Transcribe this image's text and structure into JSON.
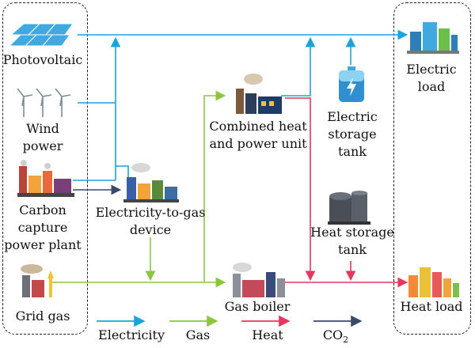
{
  "labels": {
    "photovoltaic": "Photovoltaic",
    "wind_1": "Wind",
    "wind_2": "power",
    "carbon_1": "Carbon",
    "carbon_2": "capture",
    "carbon_3": "power plant",
    "grid_gas": "Grid gas",
    "e2g_1": "Electricity-to-gas",
    "e2g_2": "device",
    "chp_1": "Combined heat",
    "chp_2": "and power unit",
    "es_1": "Electric",
    "es_2": "storage",
    "es_3": "tank",
    "hs_1": "Heat storage",
    "hs_2": "tank",
    "el_1": "Electric",
    "el_2": "load",
    "gas_boiler": "Gas boiler",
    "heat_load": "Heat load"
  },
  "legend": {
    "electricity": "Electricity",
    "gas": "Gas",
    "heat": "Heat",
    "co2_main": "CO",
    "co2_sub": "2"
  },
  "colors": {
    "electricity": "#1aa3dc",
    "gas": "#8cc63f",
    "heat": "#e8365d",
    "co2": "#3a4a6b"
  }
}
